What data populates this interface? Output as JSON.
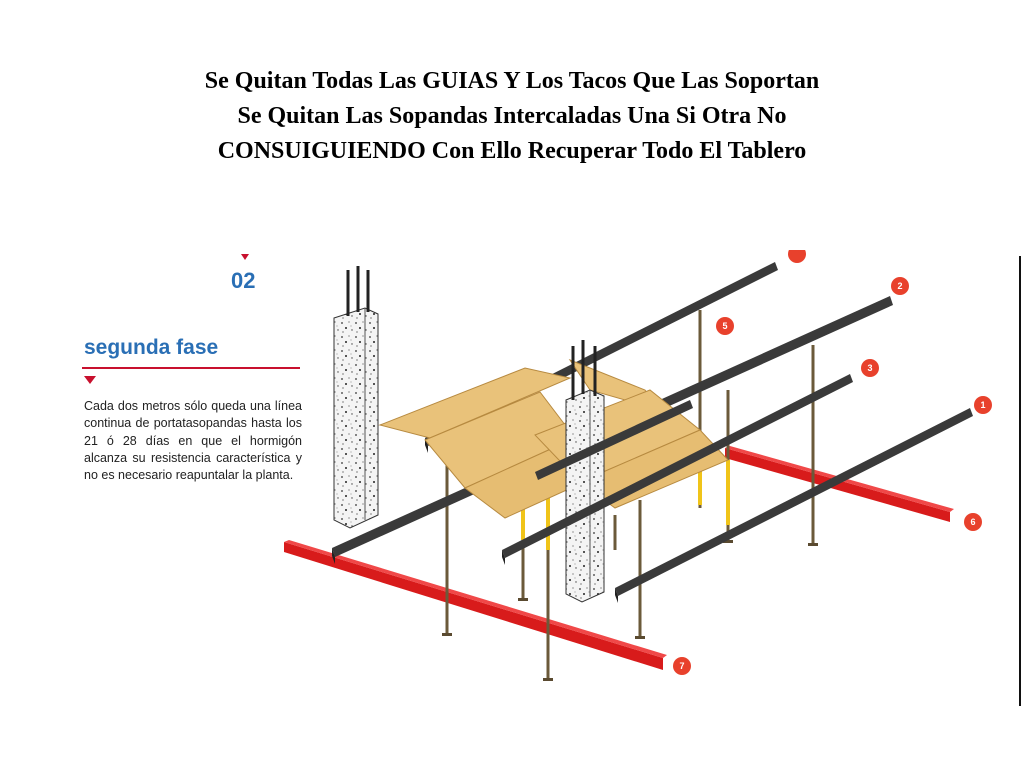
{
  "title": {
    "line1": "Se Quitan Todas Las GUIAS Y Los Tacos Que Las Soportan",
    "line2": "Se Quitan Las Sopandas Intercaladas Una Si Otra No",
    "line3": "CONSUIGUIENDO Con Ello Recuperar Todo El Tablero"
  },
  "phase": {
    "number": "02",
    "name": "segunda fase",
    "description": "Cada dos metros sólo queda una línea continua de portatasopandas hasta los 21 ó 28 días en que el hormigón alcanza su resistencia característica y no es necesario reapuntalar la planta."
  },
  "callouts": [
    {
      "label": "1"
    },
    {
      "label": "2"
    },
    {
      "label": "3"
    },
    {
      "label": "5"
    },
    {
      "label": "6"
    },
    {
      "label": "7"
    },
    {
      "label": ""
    }
  ],
  "colors": {
    "accent_blue": "#2a6fb5",
    "accent_red": "#c8102e",
    "callout_red": "#e8412c",
    "beam_red": "#d81b1b",
    "beam_dark": "#3a3a3a",
    "board_wood": "#e9c27a",
    "prop_yellow": "#f0c419"
  }
}
